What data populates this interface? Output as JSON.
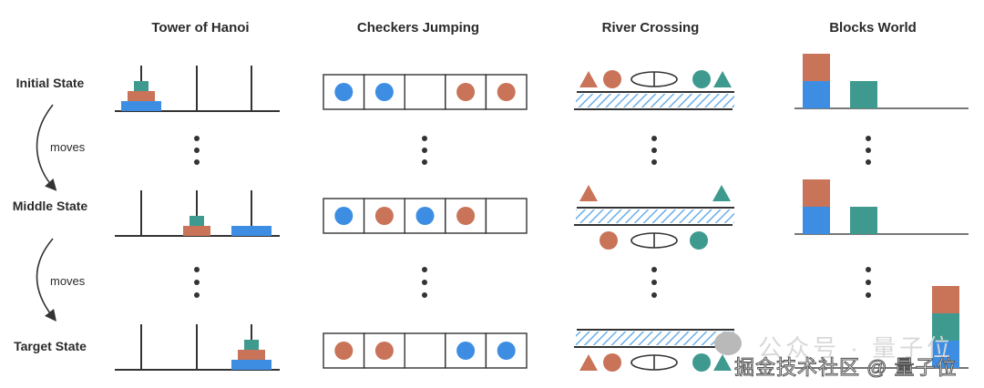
{
  "columns": [
    {
      "id": "hanoi",
      "title": "Tower of Hanoi"
    },
    {
      "id": "checkers",
      "title": "Checkers Jumping"
    },
    {
      "id": "river",
      "title": "River Crossing"
    },
    {
      "id": "blocks",
      "title": "Blocks World"
    }
  ],
  "rows": [
    {
      "id": "initial",
      "label": "Initial State"
    },
    {
      "id": "middle",
      "label": "Middle State"
    },
    {
      "id": "target",
      "label": "Target State"
    }
  ],
  "transitions": [
    {
      "label": "moves"
    },
    {
      "label": "moves"
    }
  ],
  "colors": {
    "blue": "#3d8ee3",
    "red": "#c97358",
    "teal": "#3e9a8f",
    "line": "#333333",
    "water": "#6aaee8"
  },
  "hanoi": {
    "initial": [
      [
        "blue",
        "red",
        "teal"
      ],
      [],
      []
    ],
    "middle": [
      [],
      [
        "red",
        "teal"
      ],
      [
        "blue"
      ]
    ],
    "target": [
      [],
      [],
      [
        "blue",
        "red",
        "teal"
      ]
    ]
  },
  "checkers": {
    "initial": [
      "blue",
      "blue",
      "",
      "red",
      "red"
    ],
    "middle": [
      "blue",
      "red",
      "blue",
      "red",
      ""
    ],
    "target": [
      "red",
      "red",
      "",
      "blue",
      "blue"
    ]
  },
  "river": {
    "initial": {
      "top": [
        "red-triangle",
        "red-circle",
        "boat",
        "teal-circle",
        "teal-triangle"
      ],
      "bottom": []
    },
    "middle": {
      "top": [
        "red-triangle",
        "teal-triangle"
      ],
      "bottom": [
        "red-circle",
        "boat",
        "teal-circle"
      ]
    },
    "target": {
      "top": [],
      "bottom": [
        "red-triangle",
        "red-circle",
        "boat",
        "teal-circle",
        "teal-triangle"
      ]
    }
  },
  "blocks": {
    "initial": [
      [
        "blue",
        "red"
      ],
      [
        "teal"
      ],
      []
    ],
    "middle": [
      [
        "blue",
        "red"
      ],
      [
        "teal"
      ],
      []
    ],
    "target": [
      [],
      [],
      [
        "blue",
        "teal",
        "red"
      ]
    ]
  },
  "watermark": {
    "back_text": "公众号 · 量子位",
    "front_text": "掘金技术社区 @ 量子位"
  }
}
